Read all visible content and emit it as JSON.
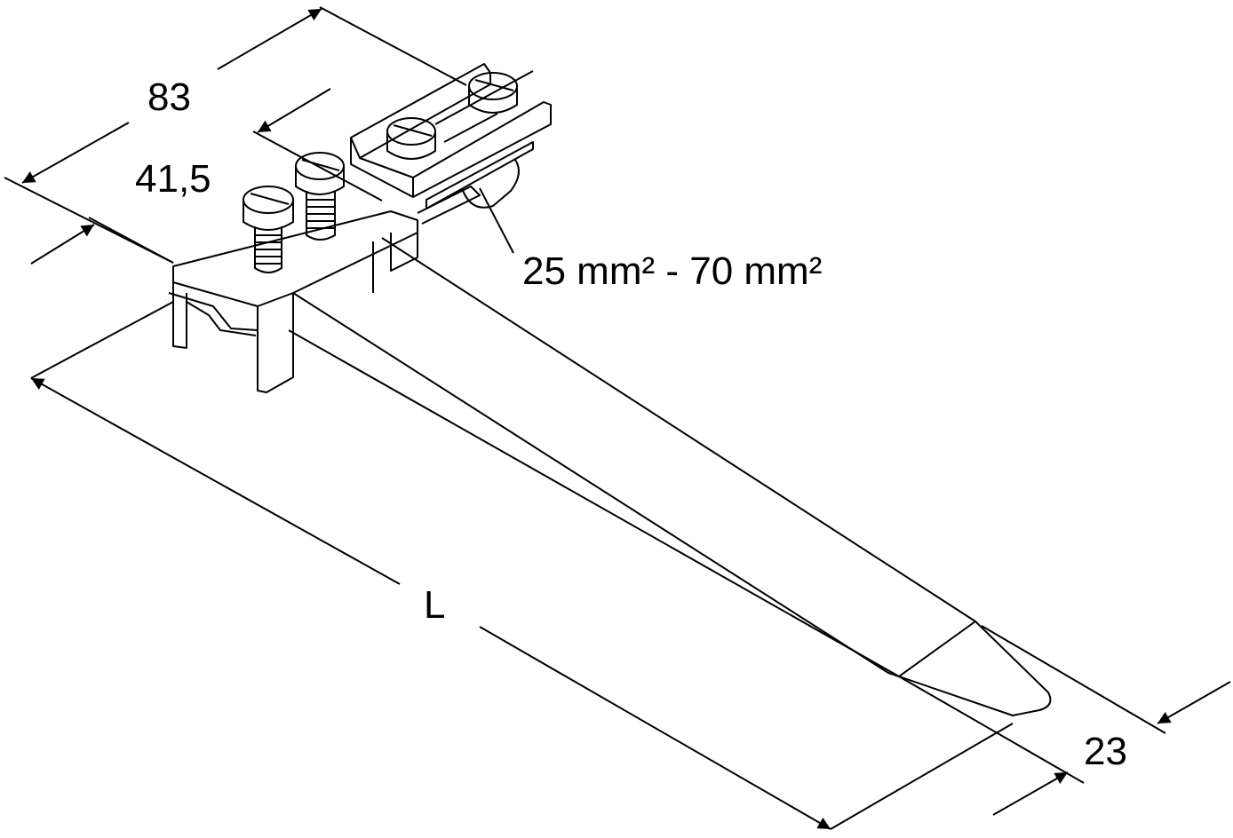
{
  "dimensions": {
    "width_total": "83",
    "width_inner": "41,5",
    "length": "L",
    "blade_width": "23",
    "cross_section": "25 mm² - 70 mm²"
  },
  "colors": {
    "line": "#000000",
    "background": "#ffffff"
  }
}
